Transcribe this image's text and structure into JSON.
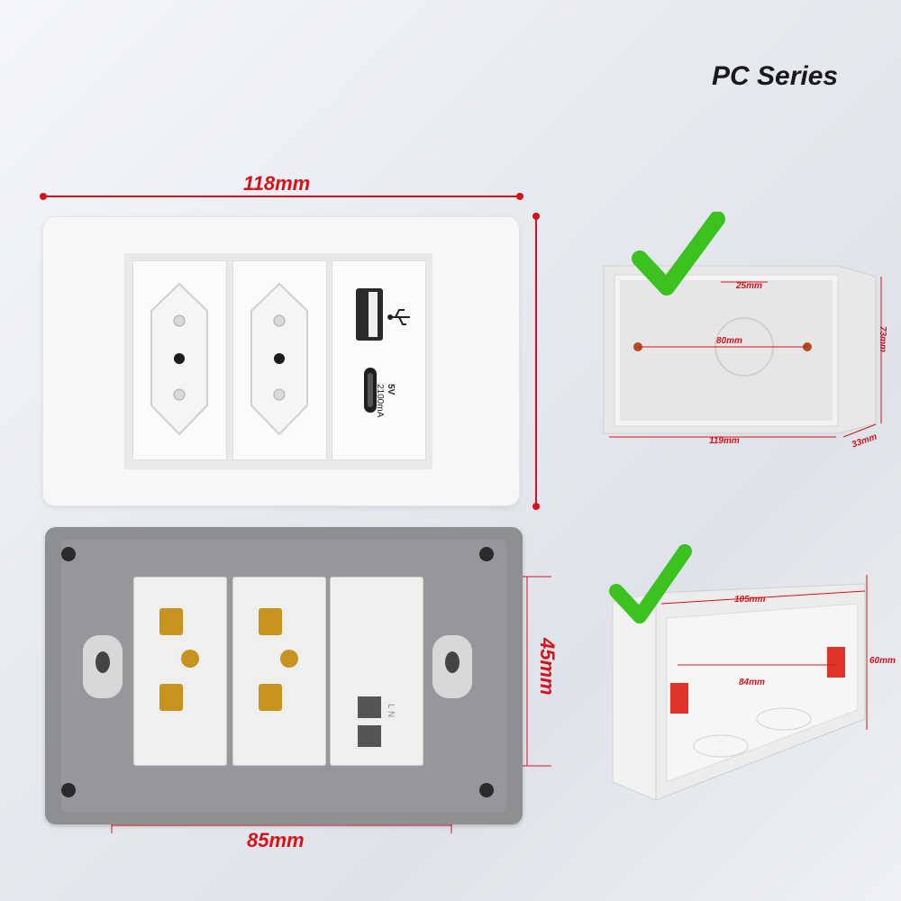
{
  "header": {
    "series_title": "PC Series"
  },
  "front_plate": {
    "width_label": "118mm",
    "height_label": "73mm",
    "usb_module": {
      "voltage_label": "5V",
      "current_label": "2100mA",
      "symbol": "usb-icon"
    }
  },
  "back_plate": {
    "module_height_label": "45mm",
    "mount_spacing_label": "85mm",
    "terminal_label": "L N"
  },
  "box_top": {
    "status_icon": "checkmark-icon",
    "inner_label": "25mm",
    "hole_spacing_label": "80mm",
    "width_label": "119mm",
    "height_label": "73mm",
    "depth_label": "33mm"
  },
  "box_bottom": {
    "status_icon": "checkmark-icon",
    "length_label": "105mm",
    "hole_spacing_label": "84mm",
    "depth_label": "60mm"
  },
  "colors": {
    "dimension_red": "#d8121a",
    "check_green": "#3cc21f",
    "back_gray": "#8e8f91",
    "terminal_gold": "#c8921e"
  }
}
